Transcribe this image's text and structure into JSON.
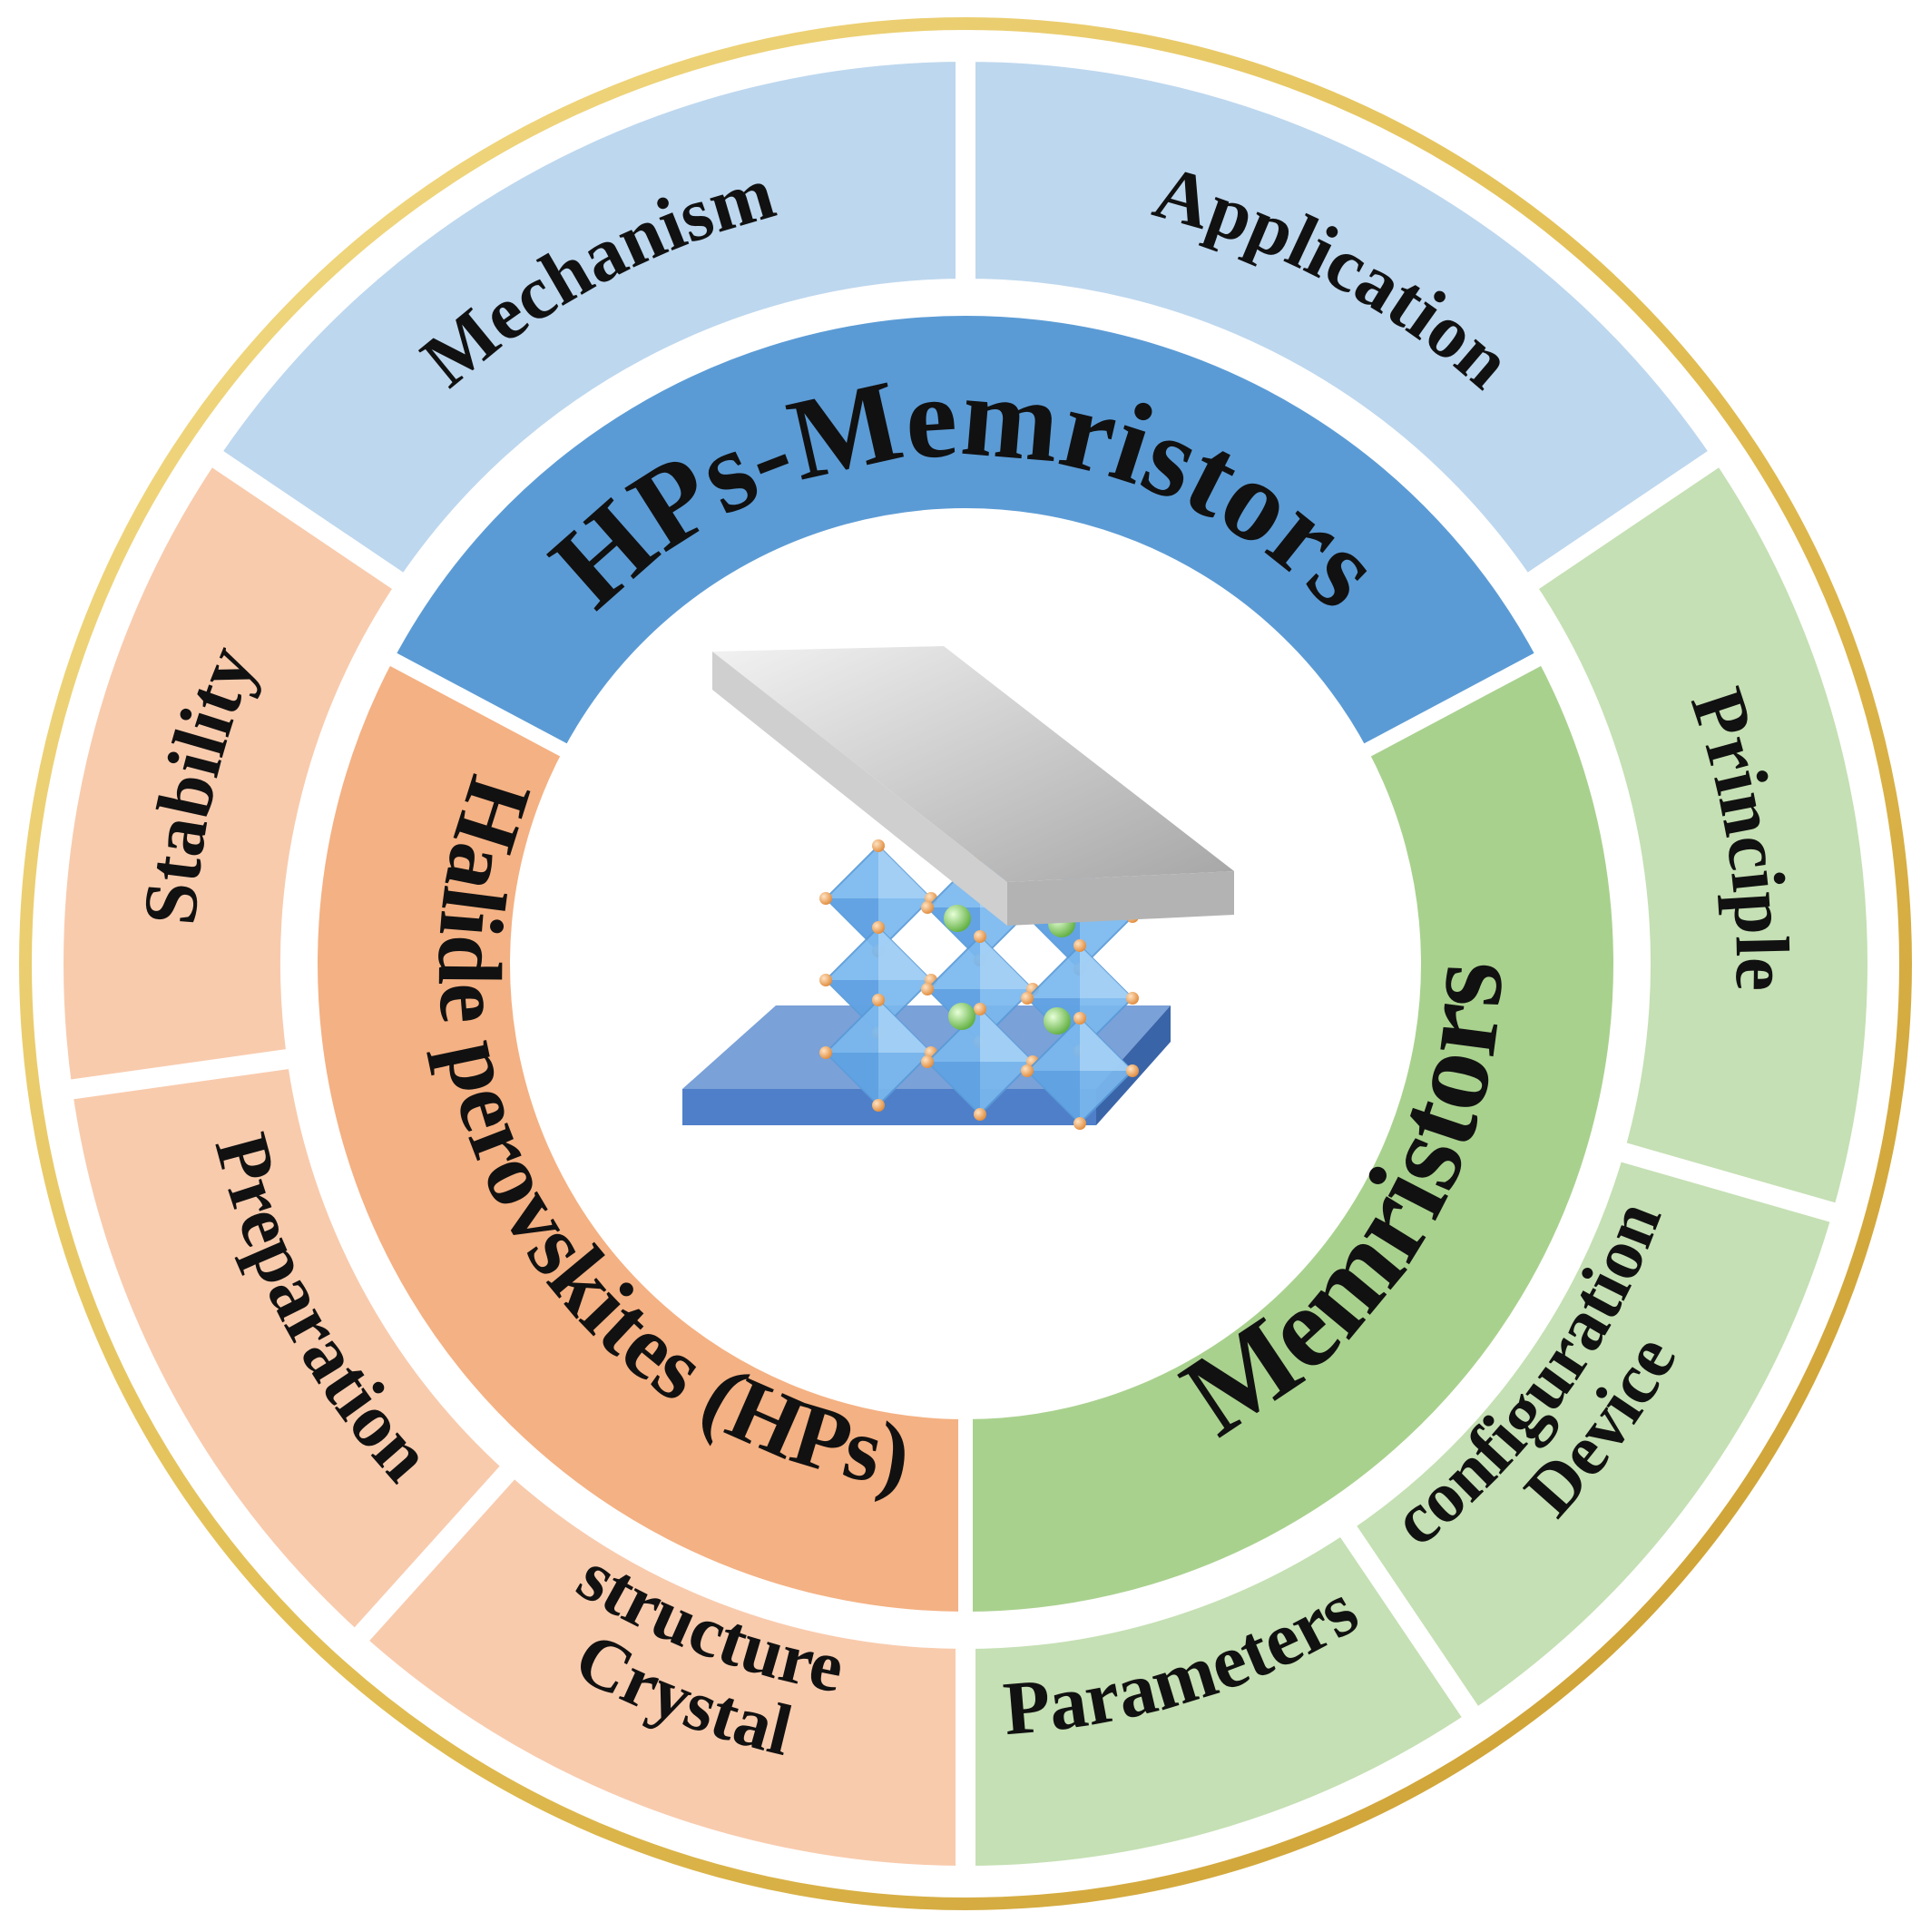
{
  "center": {
    "title": "HPs-Memristors",
    "device_icon": "memristor-device-icon"
  },
  "inner_ring": [
    {
      "id": "hps-memristors",
      "label": "HPs-Memristors",
      "color": "#5b9bd5"
    },
    {
      "id": "memristors",
      "label": "Memristors",
      "color": "#a9d18e"
    },
    {
      "id": "halide-perovskites",
      "label": "Halide perovskites (HPs)",
      "color": "#f4b183"
    }
  ],
  "outer_ring": [
    {
      "id": "mechanism",
      "label": "Mechanism",
      "group": "hps-memristors",
      "color": "#bdd7ee"
    },
    {
      "id": "application",
      "label": "Application",
      "group": "hps-memristors",
      "color": "#bdd7ee"
    },
    {
      "id": "principle",
      "label": "Principle",
      "group": "memristors",
      "color": "#c5e0b4"
    },
    {
      "id": "device-configuration",
      "label_lines": [
        "Device",
        "configuration"
      ],
      "group": "memristors",
      "color": "#c5e0b4"
    },
    {
      "id": "parameters",
      "label": "Parameters",
      "group": "memristors",
      "color": "#c5e0b4"
    },
    {
      "id": "crystal-structure",
      "label_lines": [
        "Crystal",
        "structure"
      ],
      "group": "halide-perovskites",
      "color": "#f8cbad"
    },
    {
      "id": "preparation",
      "label": "Preparation",
      "group": "halide-perovskites",
      "color": "#f8cbad"
    },
    {
      "id": "stability",
      "label": "Stability",
      "group": "halide-perovskites",
      "color": "#f8cbad"
    }
  ],
  "colors": {
    "border_gold": "#e8c766",
    "top_electrode": "#d9d9d9",
    "bottom_electrode": "#4f7fc9",
    "octahedra": "#7ab8ee",
    "halide_atom": "#f4a860",
    "cation_atom": "#8bd16a"
  }
}
